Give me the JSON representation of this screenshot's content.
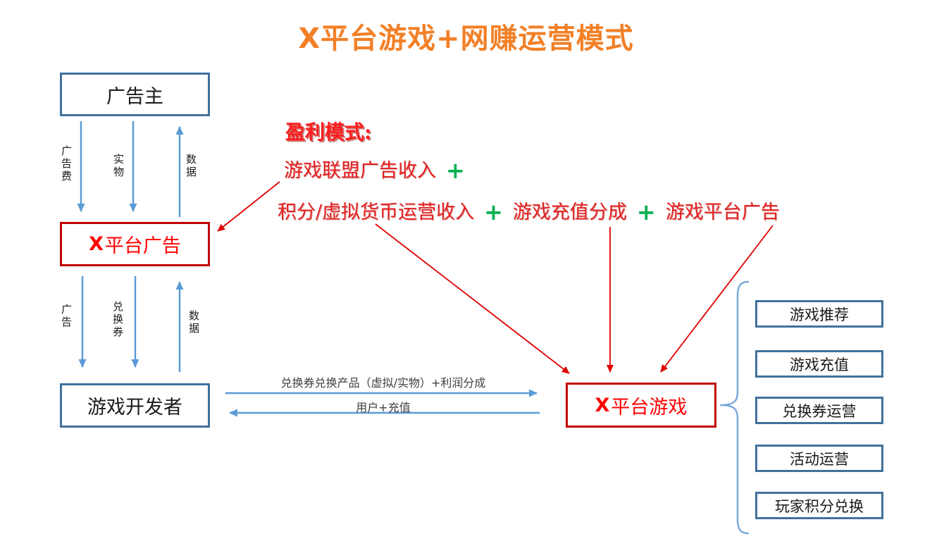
{
  "title": "X平台游戏+网赚运营模式",
  "entities": {
    "advertiser": "广告主",
    "platform_ads": {
      "x": "X",
      "rest": "平台广告"
    },
    "developer": "游戏开发者",
    "platform_games": {
      "x": "X",
      "rest": "平台游戏"
    }
  },
  "flow_labels": {
    "ad_fee": "广告费",
    "goods": "实物",
    "data_top": "数据",
    "ads": "广告",
    "voucher": "兑换券",
    "data_mid": "数据",
    "exchange": "兑换券兑换产品（虚拟/实物）+利润分成",
    "users": "用户+充值"
  },
  "profit": {
    "heading": "盈利模式:",
    "item1": "游戏联盟广告收入",
    "plus": "+",
    "item2": "积分/虚拟货币运营收入",
    "item3": "游戏充值分成",
    "item4": "游戏平台广告"
  },
  "modules": [
    "游戏推荐",
    "游戏充值",
    "兑换券运营",
    "活动运营",
    "玩家积分兑换"
  ],
  "colors": {
    "title_orange": "#F28027",
    "box_blue": "#41719C",
    "arrow_blue": "#5B9BD5",
    "brace_blue": "#7CA9DC",
    "box_red": "#C00000",
    "text_red": "#FF1D1D",
    "arrow_red": "#FF0000",
    "plus_green": "#00B050"
  }
}
